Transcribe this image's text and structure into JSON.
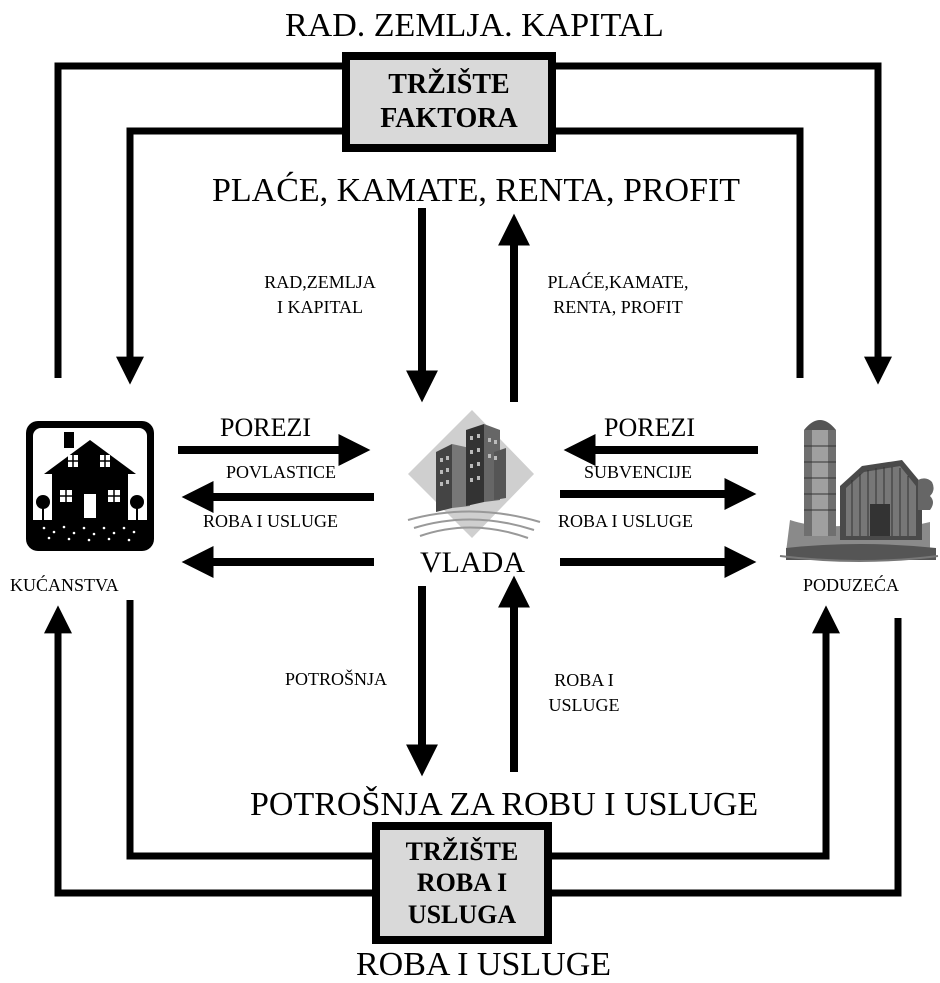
{
  "top": {
    "factors_label": "RAD.    ZEMLJA.    KAPITAL",
    "factor_market": "TRŽIŠTE\nFAKTORA",
    "income_label": "PLAĆE, KAMATE, RENTA, PROFIT"
  },
  "center": {
    "left_up_label": "RAD,ZEMLJA\nI KAPITAL",
    "right_up_label": "PLAĆE,KAMATE,\nRENTA, PROFIT",
    "government": "VLADA",
    "left_down_label": "POTROŠNJA",
    "right_down_label": "ROBA I\nUSLUGE"
  },
  "left_flows": {
    "taxes": "POREZI",
    "benefits": "POVLASTICE",
    "goods": "ROBA I USLUGE"
  },
  "right_flows": {
    "taxes": "POREZI",
    "subsidies": "SUBVENCIJE",
    "goods": "ROBA I USLUGE"
  },
  "households": "KUĆANSTVA",
  "firms": "PODUZEĆA",
  "bottom": {
    "spending_label": "POTROŠNJA ZA ROBU I USLUGE",
    "goods_market": "TRŽIŠTE\nROBA I\nUSLUGA",
    "goods_label": "ROBA I USLUGE"
  },
  "icons": [
    "house-icon",
    "buildings-icon",
    "farm-barn-icon"
  ],
  "colors": {
    "box_fill": "#d9d9d9",
    "ink": "#000000"
  }
}
